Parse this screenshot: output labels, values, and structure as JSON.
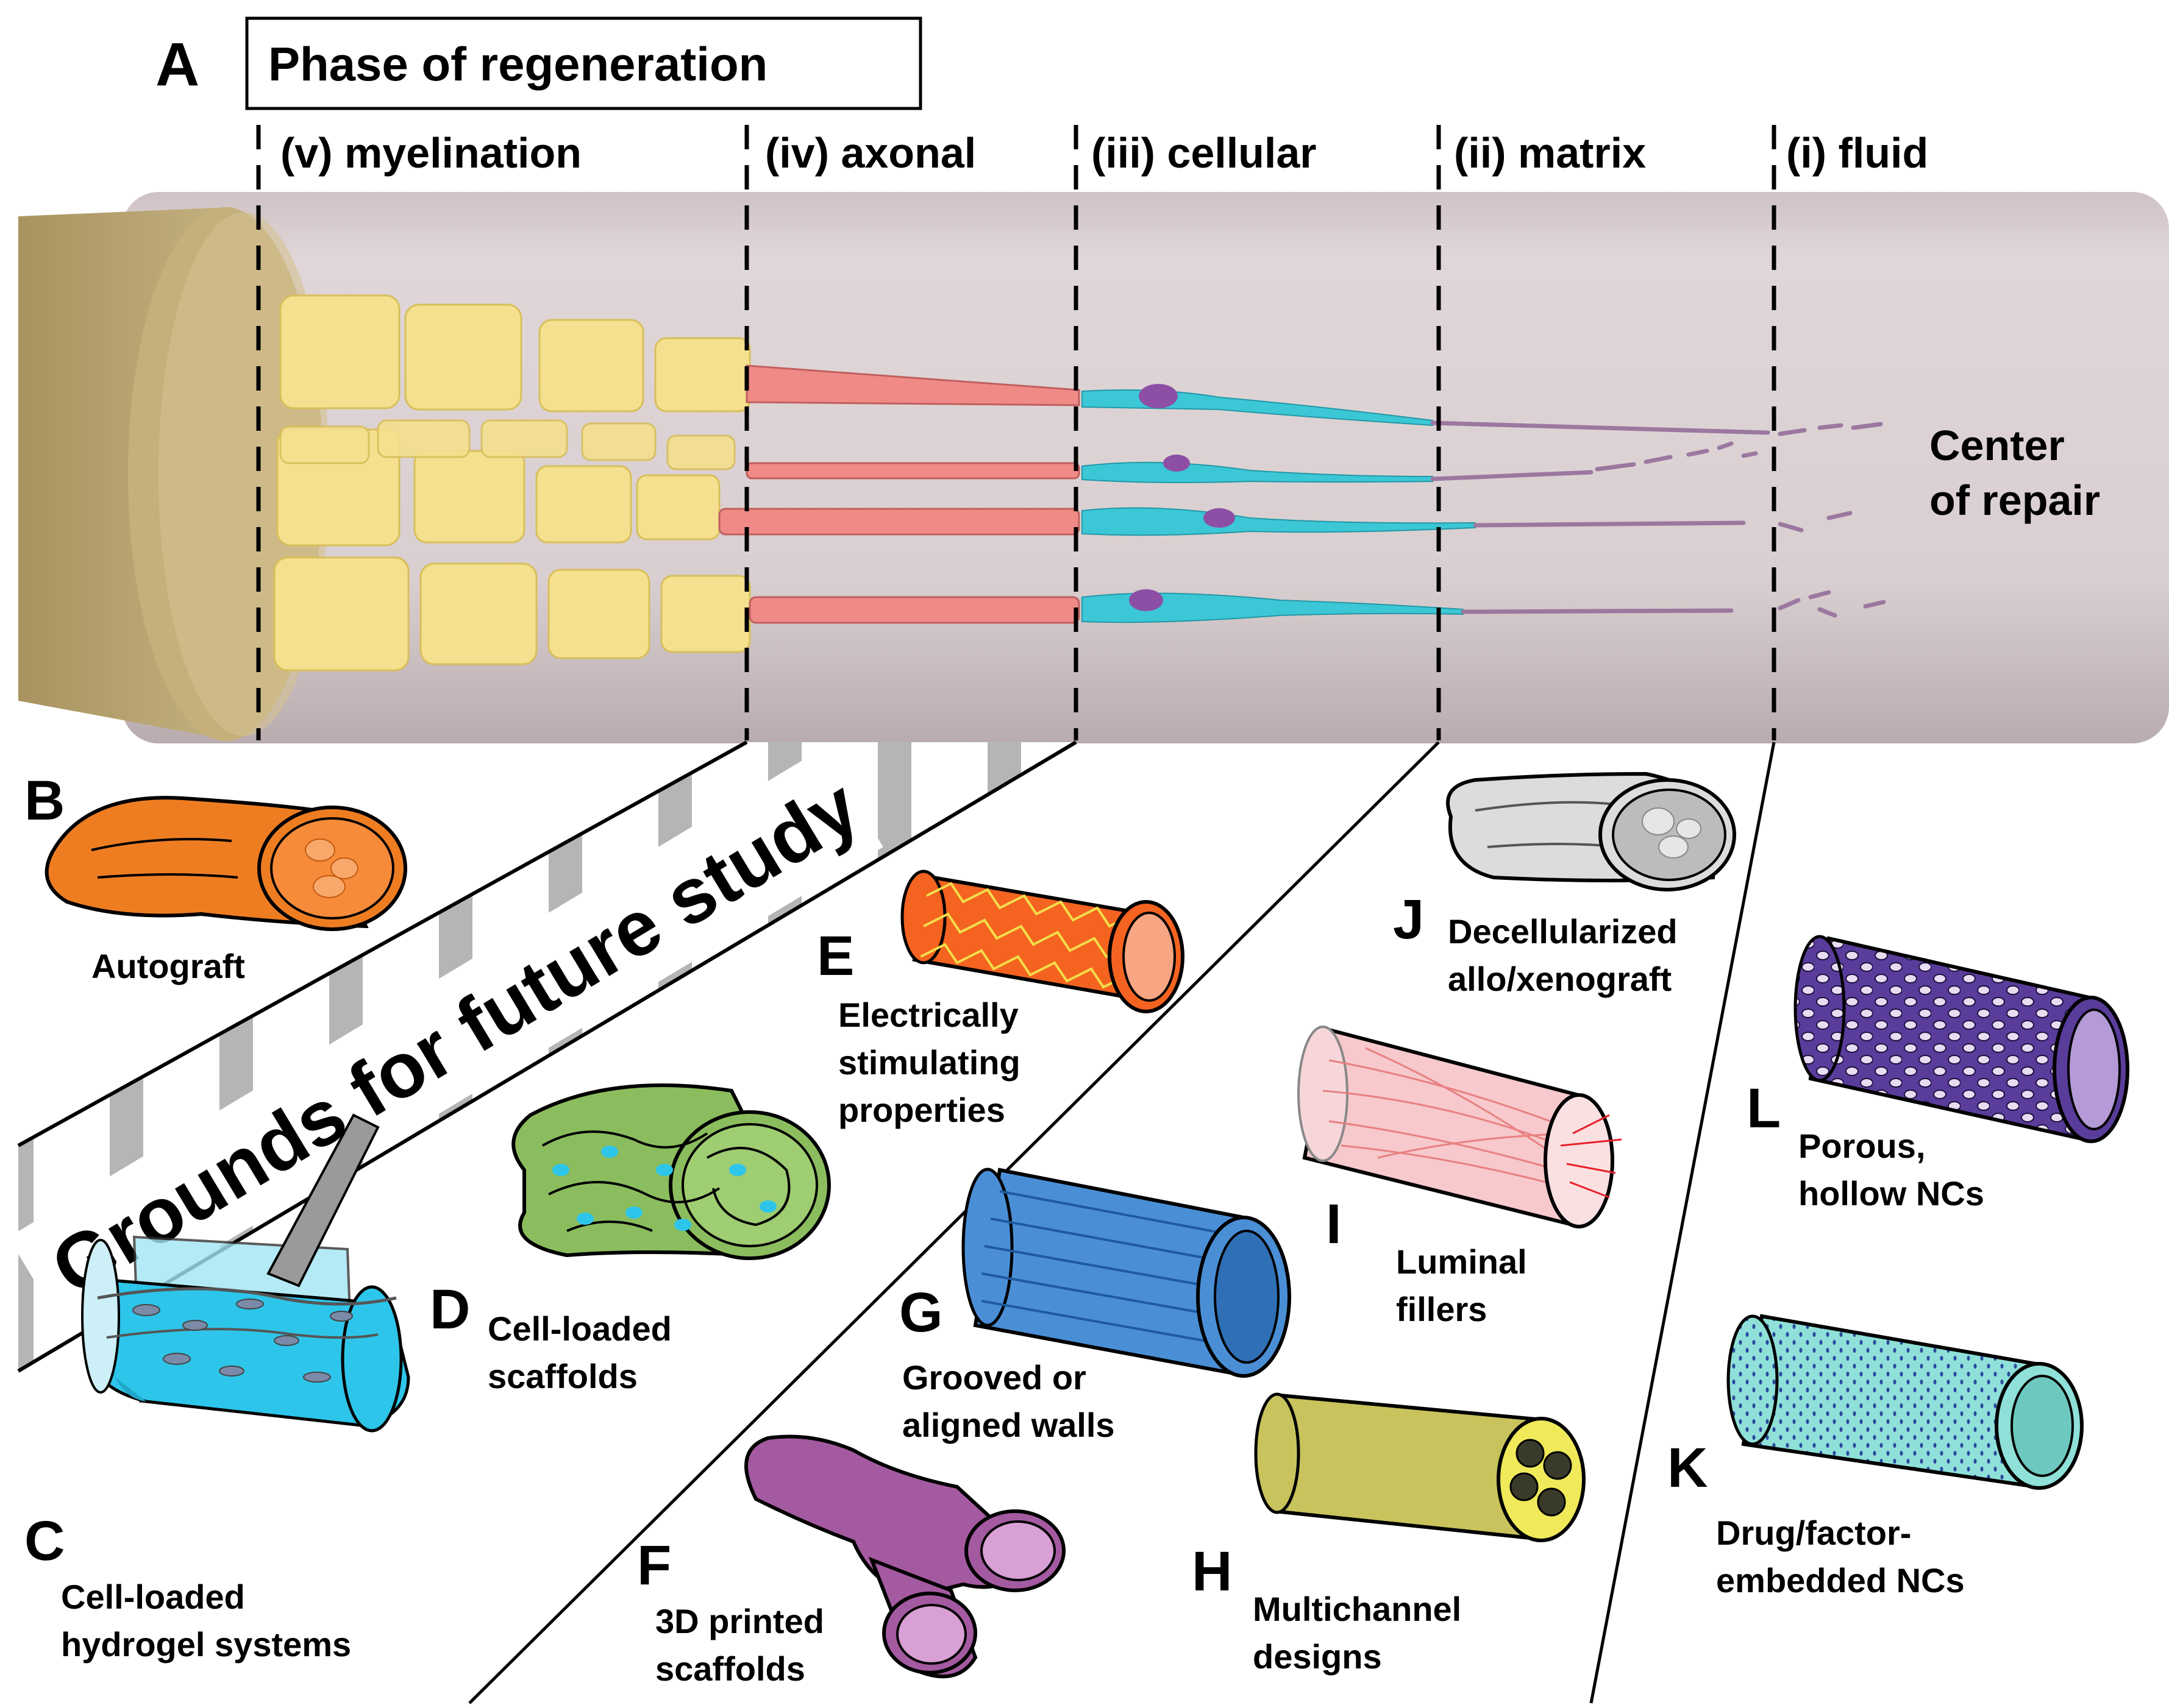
{
  "panel_a": {
    "letter": "A",
    "title": "Phase of regeneration",
    "phases": [
      {
        "id": "v",
        "label": "(v) myelination"
      },
      {
        "id": "iv",
        "label": "(iv) axonal"
      },
      {
        "id": "iii",
        "label": "(iii) cellular"
      },
      {
        "id": "ii",
        "label": "(ii) matrix"
      },
      {
        "id": "i",
        "label": "(i) fluid"
      }
    ],
    "center_label": [
      "Center",
      "of repair"
    ]
  },
  "future_band": {
    "text": "Grounds for future study"
  },
  "conduits": [
    {
      "letter": "B",
      "caption": [
        "Autograft"
      ]
    },
    {
      "letter": "C",
      "caption": [
        "Cell-loaded",
        "hydrogel systems"
      ]
    },
    {
      "letter": "D",
      "caption": [
        "Cell-loaded",
        "scaffolds"
      ]
    },
    {
      "letter": "E",
      "caption": [
        "Electrically",
        "stimulating",
        "properties"
      ]
    },
    {
      "letter": "F",
      "caption": [
        "3D printed",
        "scaffolds"
      ]
    },
    {
      "letter": "G",
      "caption": [
        "Grooved or",
        "aligned walls"
      ]
    },
    {
      "letter": "H",
      "caption": [
        "Multichannel",
        "designs"
      ]
    },
    {
      "letter": "I",
      "caption": [
        "Luminal",
        "fillers"
      ]
    },
    {
      "letter": "J",
      "caption": [
        "Decellularized",
        "allo/xenograft"
      ]
    },
    {
      "letter": "K",
      "caption": [
        "Drug/factor-",
        "embedded NCs"
      ]
    },
    {
      "letter": "L",
      "caption": [
        "Porous,",
        "hollow NCs"
      ]
    }
  ],
  "colors": {
    "nerve_tube": "#d8cdcf",
    "nerve_end": "#b9a672",
    "myelin": "#f4e08e",
    "axon": "#ef8a87",
    "schwann": "#3cc7d6",
    "cell_body": "#8d4fa6",
    "matrix_strand": "#9b78a0",
    "autograft": "#ee7d22",
    "hydrogel": "#2ec5ea",
    "cell_scaffold": "#8bbd5e",
    "electric": "#f4631f",
    "printed": "#a45aa0",
    "grooved": "#4a8fd6",
    "multichannel": "#c8c35c",
    "luminal": "#f7c8cc",
    "decell": "#dcdcdc",
    "drug": "#8fe0d8",
    "porous": "#5a3c9a"
  }
}
